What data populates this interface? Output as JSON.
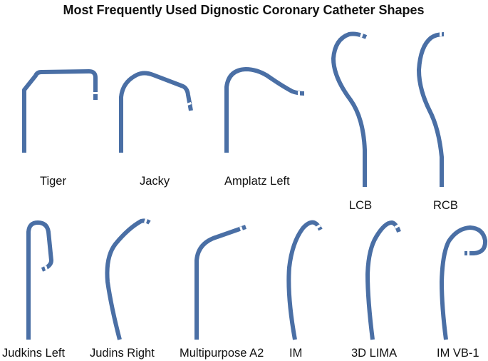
{
  "figure": {
    "title": "Most Frequently Used Dignostic Coronary Catheter Shapes",
    "colors": {
      "catheter": "#4a6fa5",
      "tip_band": "#ffffff",
      "text": "#111111",
      "background": "#ffffff"
    },
    "catheters": [
      {
        "id": "tiger",
        "label": "Tiger"
      },
      {
        "id": "jacky",
        "label": "Jacky"
      },
      {
        "id": "amplatz-left",
        "label": "Amplatz Left"
      },
      {
        "id": "lcb",
        "label": "LCB"
      },
      {
        "id": "rcb",
        "label": "RCB"
      },
      {
        "id": "judkins-left",
        "label": "Judkins Left"
      },
      {
        "id": "judins-right",
        "label": "Judins Right"
      },
      {
        "id": "multipurpose-a2",
        "label": "Multipurpose A2"
      },
      {
        "id": "im",
        "label": "IM"
      },
      {
        "id": "3d-lima",
        "label": "3D LIMA"
      },
      {
        "id": "im-vb-1",
        "label": "IM VB-1"
      }
    ]
  }
}
